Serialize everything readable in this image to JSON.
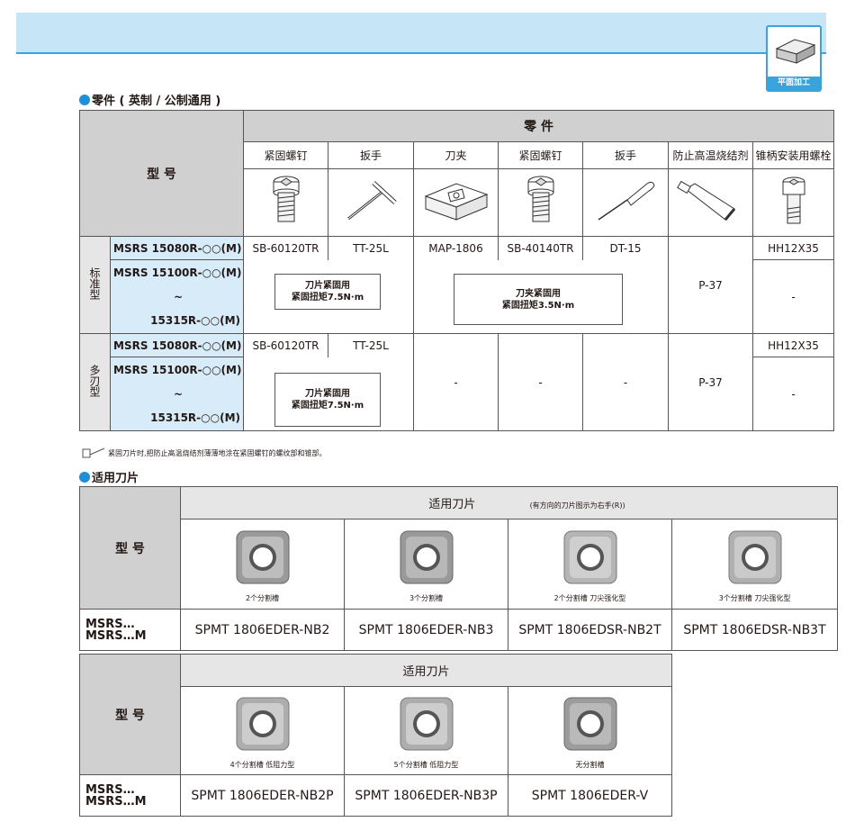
{
  "badge": {
    "label": "平面加工"
  },
  "section1": {
    "title": "零件 ( 英制 / 公制通用 )"
  },
  "parts_table": {
    "model_header": "型 号",
    "parts_header": "零 件",
    "columns": [
      "紧固螺钉",
      "扳手",
      "刀夹",
      "紧固螺钉",
      "扳手",
      "防止高温烧结剂",
      "锥柄安装用螺栓"
    ],
    "groups": [
      {
        "name": "标准型",
        "model_a": "MSRS 15080R-○○(M)",
        "model_b": "MSRS 15100R-○○(M)",
        "tilde": "~",
        "model_c": "15315R-○○(M)",
        "screw": "SB-60120TR",
        "wrench": "TT-25L",
        "holder": "MAP-1806",
        "screw2": "SB-40140TR",
        "wrench2": "DT-15",
        "anti_seize": "P-37",
        "bolt_a": "HH12X35",
        "bolt_b": "-",
        "torque1_l1": "刀片紧固用",
        "torque1_l2": "紧固扭矩7.5N·m",
        "torque2_l1": "刀夹紧固用",
        "torque2_l2": "紧固扭矩3.5N·m"
      },
      {
        "name": "多刃型",
        "model_a": "MSRS 15080R-○○(M)",
        "model_b": "MSRS 15100R-○○(M)",
        "tilde": "~",
        "model_c": "15315R-○○(M)",
        "screw": "SB-60120TR",
        "wrench": "TT-25L",
        "holder": "-",
        "screw2": "-",
        "wrench2": "-",
        "anti_seize": "P-37",
        "bolt_a": "HH12X35",
        "bolt_b": "-",
        "torque1_l1": "刀片紧固用",
        "torque1_l2": "紧固扭矩7.5N·m"
      }
    ]
  },
  "note": "紧固刀片时,把防止高温烧结剂薄薄地涂在紧固螺钉的螺纹部和锥部。",
  "section2": {
    "title": "适用刀片"
  },
  "insert_table1": {
    "model_header": "型 号",
    "header": "适用刀片",
    "subnote": "(有方向的刀片图示为右手(R))",
    "row_label_1": "MSRS…",
    "row_label_2": "MSRS…M",
    "items": [
      {
        "caption": "2个分割槽",
        "code": "SPMT 1806EDER-NB2"
      },
      {
        "caption": "3个分割槽",
        "code": "SPMT 1806EDER-NB3"
      },
      {
        "caption": "2个分割槽 刀尖强化型",
        "code": "SPMT 1806EDSR-NB2T"
      },
      {
        "caption": "3个分割槽 刀尖强化型",
        "code": "SPMT 1806EDSR-NB3T"
      }
    ]
  },
  "insert_table2": {
    "model_header": "型 号",
    "header": "适用刀片",
    "row_label_1": "MSRS…",
    "row_label_2": "MSRS…M",
    "items": [
      {
        "caption": "4个分割槽 低阻力型",
        "code": "SPMT 1806EDER-NB2P"
      },
      {
        "caption": "5个分割槽 低阻力型",
        "code": "SPMT 1806EDER-NB3P"
      },
      {
        "caption": "无分割槽",
        "code": "SPMT 1806EDER-V"
      }
    ]
  }
}
